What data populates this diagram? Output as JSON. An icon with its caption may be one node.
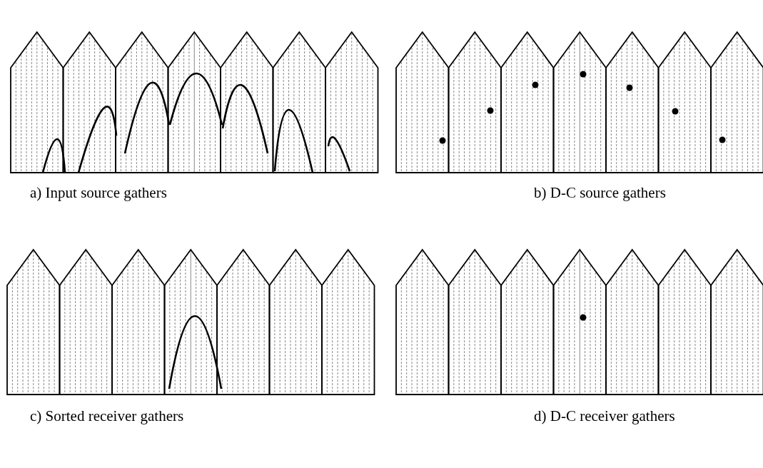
{
  "diagram": {
    "labels": [
      "a) Input source gathers",
      "b) D-C source gathers",
      "c) Sorted receiver gathers",
      "d) D-C receiver gathers"
    ]
  }
}
